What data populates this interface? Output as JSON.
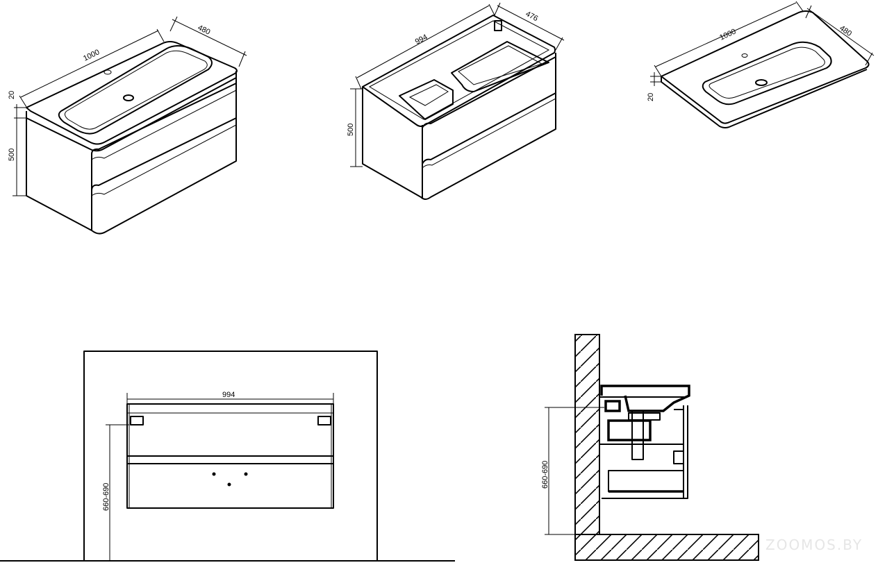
{
  "views": {
    "vanity_iso": {
      "width": "1000",
      "depth": "480",
      "top_thickness": "20",
      "height": "500"
    },
    "cabinet_iso": {
      "width": "994",
      "depth": "476",
      "height": "500"
    },
    "basin_iso": {
      "width": "1000",
      "depth": "480",
      "thickness": "20"
    },
    "front_view": {
      "width": "994",
      "mount_height": "660-690"
    },
    "side_view": {
      "mount_height": "660-690"
    }
  },
  "watermark": "ZOOMOS.BY"
}
